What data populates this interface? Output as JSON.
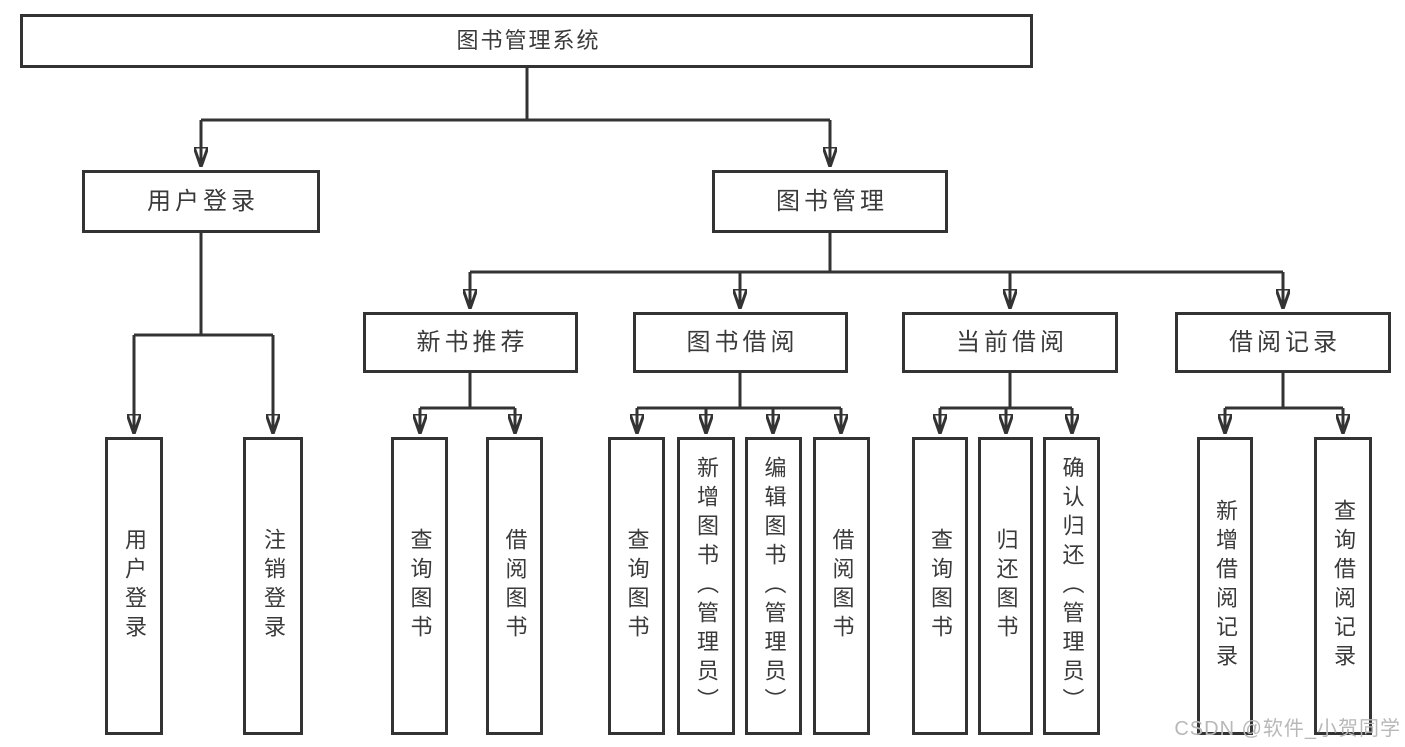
{
  "diagram": {
    "title": "图书管理系统",
    "branch_user_login": {
      "label": "用户登录",
      "children": [
        "用户登录",
        "注销登录"
      ]
    },
    "branch_book_mgmt": {
      "label": "图书管理",
      "sections": {
        "new_books": {
          "label": "新书推荐",
          "children": [
            "查询图书",
            "借阅图书"
          ]
        },
        "book_borrow": {
          "label": "图书借阅",
          "children": [
            "查询图书",
            "新增图书（管理员）",
            "编辑图书（管理员）",
            "借阅图书"
          ]
        },
        "current_borrow": {
          "label": "当前借阅",
          "children": [
            "查询图书",
            "归还图书",
            "确认归还（管理员）"
          ]
        },
        "borrow_records": {
          "label": "借阅记录",
          "children": [
            "新增借阅记录",
            "查询借阅记录"
          ]
        }
      }
    }
  },
  "watermark": {
    "text": "CSDN @软件_小贺同学"
  },
  "colors": {
    "line": "#333333",
    "box_border": "#333333",
    "box_fill": "#ffffff",
    "text": "#3a3a3a",
    "watermark_text": "#b8b8b8",
    "background": "#ffffff"
  }
}
